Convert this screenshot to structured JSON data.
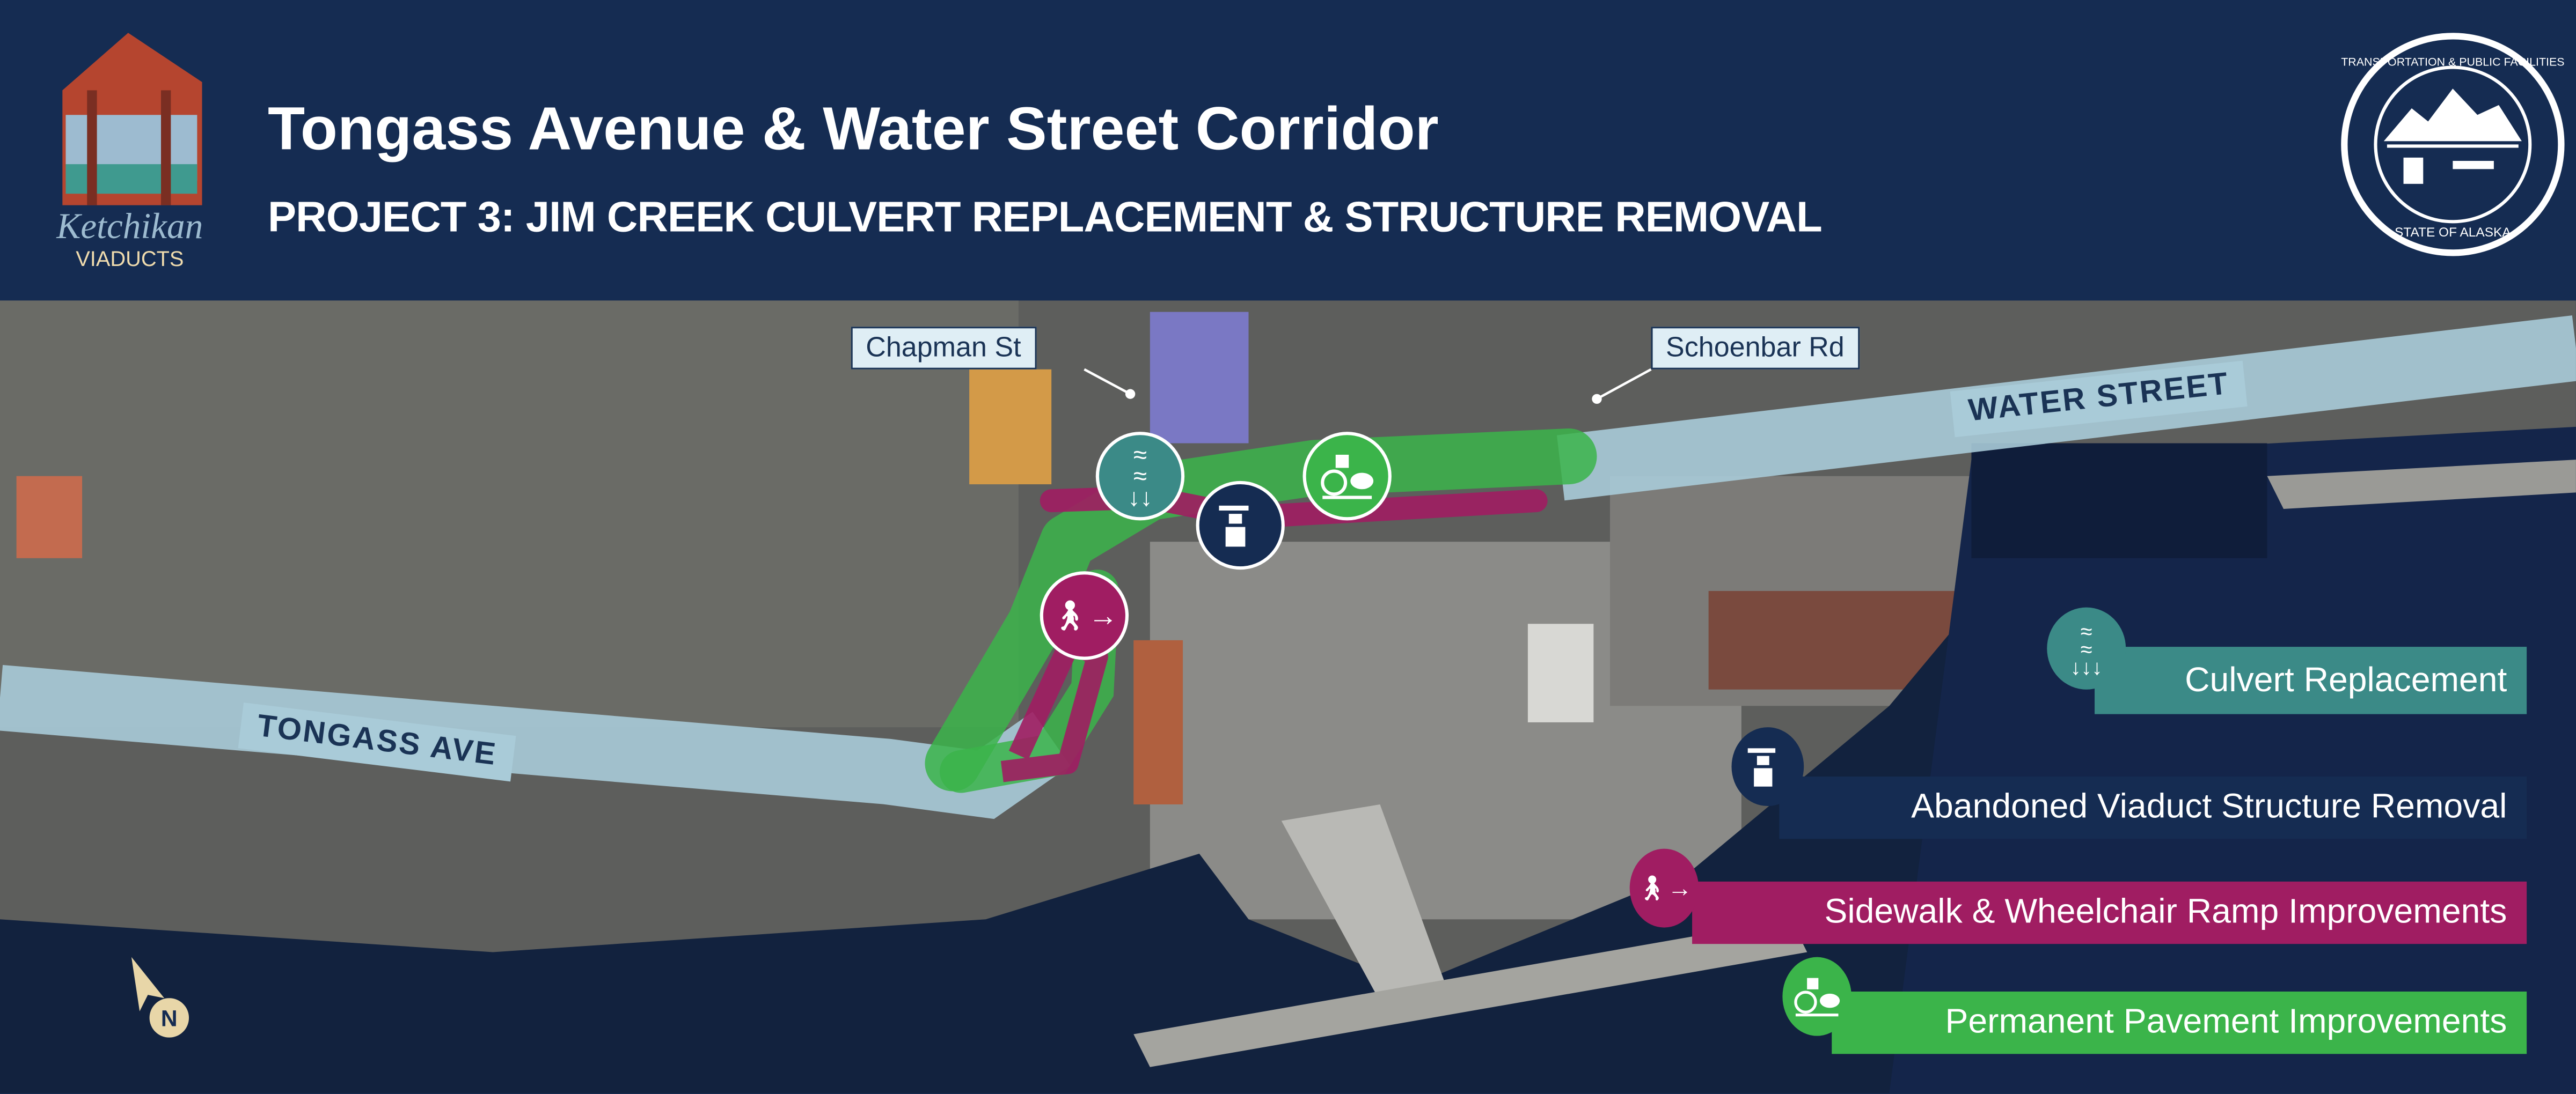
{
  "header": {
    "title": "Tongass Avenue & Water Street Corridor",
    "subtitle": "PROJECT 3: JIM CREEK CULVERT REPLACEMENT & STRUCTURE REMOVAL",
    "logo_left_text": "Ketchikan VIADUCTS",
    "seal_text": "TRANSPORTATION & PUBLIC FACILITIES · STATE OF ALASKA"
  },
  "map": {
    "street_tags": [
      "Chapman St",
      "Schoenbar Rd"
    ],
    "road_labels": [
      "WATER STREET",
      "TONGASS AVE"
    ],
    "north_label": "N"
  },
  "legend": [
    {
      "label": "Culvert Replacement",
      "icon": "culvert-icon",
      "color": "#3b8a87"
    },
    {
      "label": "Abandoned Viaduct Structure Removal",
      "icon": "viaduct-removal-icon",
      "color": "#152c52"
    },
    {
      "label": "Sidewalk & Wheelchair Ramp Improvements",
      "icon": "sidewalk-icon",
      "color": "#a01d62"
    },
    {
      "label": "Permanent Pavement Improvements",
      "icon": "pavement-icon",
      "color": "#3bb44a"
    }
  ]
}
